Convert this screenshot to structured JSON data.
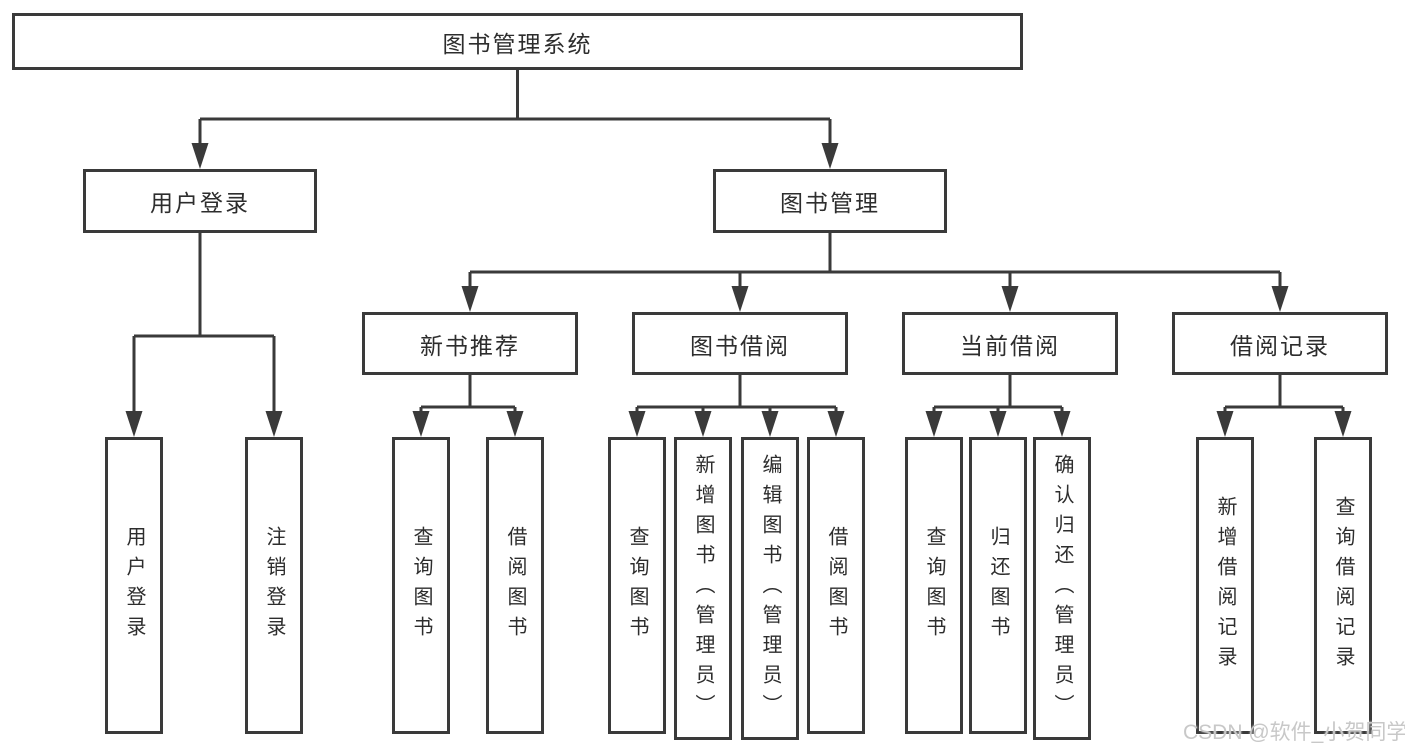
{
  "diagram_title": "图书管理系统",
  "colors": {
    "line": "#3a3a3a",
    "text": "#2d2d2d",
    "watermark": "#c8c8c8",
    "background": "#ffffff"
  },
  "nodes": {
    "root": {
      "label": "图书管理系统"
    },
    "level1": [
      {
        "label": "用户登录"
      },
      {
        "label": "图书管理"
      }
    ],
    "level2": [
      {
        "label": "新书推荐"
      },
      {
        "label": "图书借阅"
      },
      {
        "label": "当前借阅"
      },
      {
        "label": "借阅记录"
      }
    ],
    "leaves": [
      {
        "label": "用户登录",
        "parent": "用户登录"
      },
      {
        "label": "注销登录",
        "parent": "用户登录"
      },
      {
        "label": "查询图书",
        "parent": "新书推荐"
      },
      {
        "label": "借阅图书",
        "parent": "新书推荐"
      },
      {
        "label": "查询图书",
        "parent": "图书借阅"
      },
      {
        "label": "新增图书（管理员）",
        "parent": "图书借阅"
      },
      {
        "label": "编辑图书（管理员）",
        "parent": "图书借阅"
      },
      {
        "label": "借阅图书",
        "parent": "图书借阅"
      },
      {
        "label": "查询图书",
        "parent": "当前借阅"
      },
      {
        "label": "归还图书",
        "parent": "当前借阅"
      },
      {
        "label": "确认归还（管理员）",
        "parent": "当前借阅"
      },
      {
        "label": "新增借阅记录",
        "parent": "借阅记录"
      },
      {
        "label": "查询借阅记录",
        "parent": "借阅记录"
      }
    ]
  },
  "watermark": {
    "text": "CSDN @软件_小贺同学"
  }
}
